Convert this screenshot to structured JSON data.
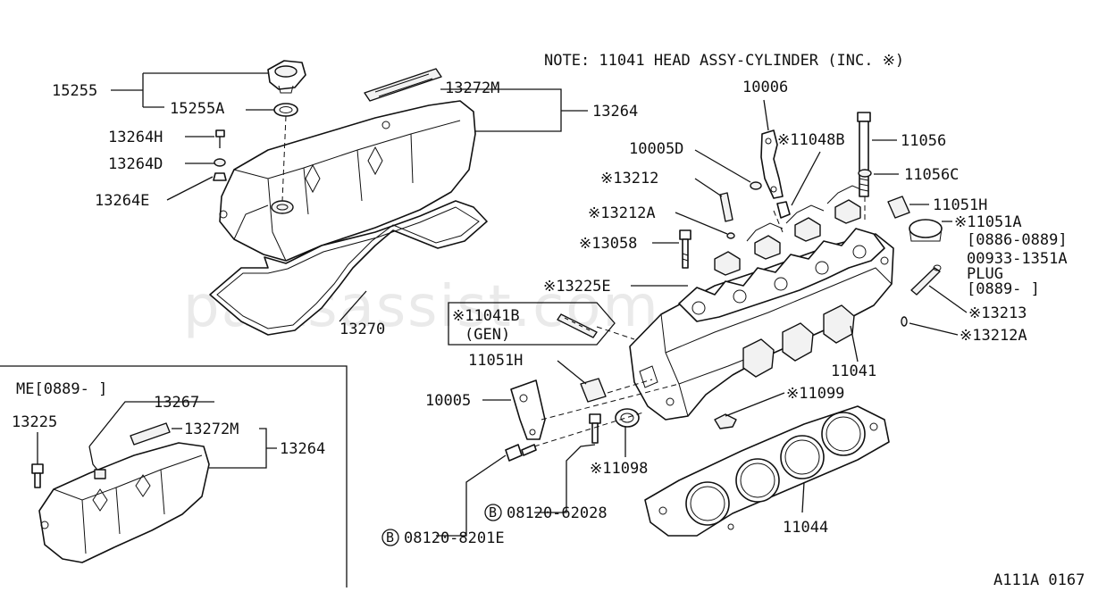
{
  "note": "NOTE: 11041 HEAD ASSY-CYLINDER (INC. ※)",
  "watermark": "partsassist.com",
  "figure_code": "A111A 0167",
  "labels": {
    "p15255": "15255",
    "p15255A": "15255A",
    "p13264H": "13264H",
    "p13264D": "13264D",
    "p13264E": "13264E",
    "p13272M": "13272M",
    "p13264": "13264",
    "p13270": "13270",
    "p10006": "10006",
    "p10005D": "10005D",
    "p11048B": "※11048B",
    "p11056": "11056",
    "p11056C": "11056C",
    "p13212": "※13212",
    "p13212A": "※13212A",
    "p11051H_top": "11051H",
    "p11051A": "※11051A",
    "range_0886": "[0886-0889]",
    "p00933": "00933-1351A",
    "plug": "PLUG",
    "range_0889": "[0889-  ]",
    "p13058": "※13058",
    "p13225E": "※13225E",
    "p11041B": "※11041B",
    "gen": "(GEN)",
    "p13213": "※13213",
    "p13212A_r": "※13212A",
    "p11041": "11041",
    "p11051H_low": "11051H",
    "p10005": "10005",
    "p11099": "※11099",
    "p11098": "※11098",
    "p11044": "11044",
    "bolt_b": "B",
    "p08120_62028": "08120-62028",
    "bolt_b2": "B",
    "p08120_8201E": "08120-8201E"
  },
  "inset": {
    "title": "ME[0889-  ]",
    "p13267": "13267",
    "p13225": "13225",
    "p13272M": "13272M",
    "p13264": "13264"
  }
}
